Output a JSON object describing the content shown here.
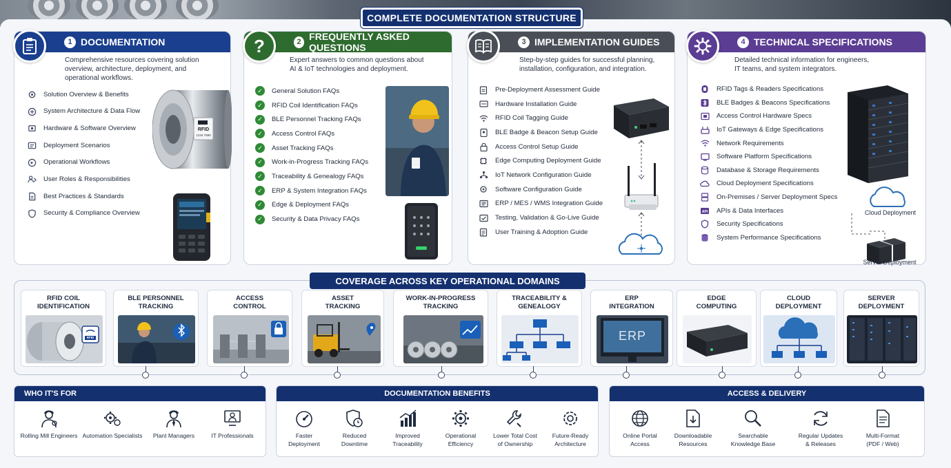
{
  "header": {
    "title": "COMPLETE DOCUMENTATION STRUCTURE"
  },
  "sections": [
    {
      "number": "1",
      "title": "DOCUMENTATION",
      "color": "#1a3f8f",
      "description": [
        "Comprehensive resources covering solution",
        "overview, architecture, deployment, and",
        "operational workflows."
      ],
      "items": [
        "Solution Overview & Benefits",
        "System Architecture & Data Flow",
        "Hardware & Software Overview",
        "Deployment Scenarios",
        "Operational Workflows",
        "User Roles & Responsibilities",
        "Best Practices & Standards",
        "Security & Compliance Overview"
      ],
      "rfid_tag_text": [
        "RFID",
        "1234 7890"
      ]
    },
    {
      "number": "2",
      "title": "FREQUENTLY ASKED QUESTIONS",
      "color": "#2e6b2f",
      "description": [
        "Expert answers to common questions about",
        "AI & IoT technologies and deployment."
      ],
      "items": [
        "General Solution FAQs",
        "RFID Coil Identification FAQs",
        "BLE Personnel Tracking FAQs",
        "Access Control FAQs",
        "Asset Tracking FAQs",
        "Work-in-Progress Tracking FAQs",
        "Traceability & Genealogy FAQs",
        "ERP & System Integration FAQs",
        "Edge & Deployment FAQs",
        "Security & Data Privacy FAQs"
      ]
    },
    {
      "number": "3",
      "title": "IMPLEMENTATION GUIDES",
      "color": "#4a4f57",
      "description": [
        "Step-by-step guides for successful planning,",
        "installation, configuration, and integration."
      ],
      "items": [
        "Pre-Deployment Assessment Guide",
        "Hardware Installation Guide",
        "RFID Coil Tagging Guide",
        "BLE Badge & Beacon Setup Guide",
        "Access Control Setup Guide",
        "Edge Computing Deployment Guide",
        "IoT Network Configuration Guide",
        "Software Configuration Guide",
        "ERP / MES / WMS Integration Guide",
        "Testing, Validation & Go-Live Guide",
        "User Training & Adoption Guide"
      ]
    },
    {
      "number": "4",
      "title": "TECHNICAL SPECIFICATIONS",
      "color": "#5b3d93",
      "description": [
        "Detailed technical information for engineers,",
        "IT teams, and system integrators."
      ],
      "items": [
        "RFID Tags & Readers Specifications",
        "BLE Badges & Beacons Specifications",
        "Access Control Hardware Specs",
        "IoT Gateways & Edge Specifications",
        "Network Requirements",
        "Software Platform Specifications",
        "Database & Storage Requirements",
        "Cloud Deployment Specifications",
        "On-Premises / Server Deployment Specs",
        "APIs & Data Interfaces",
        "Security Specifications",
        "System Performance Specifications"
      ],
      "cloud_label": "Cloud Deployment",
      "server_label": "Server Deployment"
    }
  ],
  "coverage": {
    "title": "COVERAGE ACROSS KEY OPERATIONAL DOMAINS",
    "domains": [
      {
        "line1": "RFID COIL",
        "line2": "IDENTIFICATION"
      },
      {
        "line1": "BLE PERSONNEL",
        "line2": "TRACKING"
      },
      {
        "line1": "ACCESS",
        "line2": "CONTROL"
      },
      {
        "line1": "ASSET",
        "line2": "TRACKING"
      },
      {
        "line1": "WORK-IN-PROGRESS",
        "line2": "TRACKING"
      },
      {
        "line1": "TRACEABILITY &",
        "line2": "GENEALOGY"
      },
      {
        "line1": "ERP",
        "line2": "INTEGRATION"
      },
      {
        "line1": "EDGE",
        "line2": "COMPUTING"
      },
      {
        "line1": "CLOUD",
        "line2": "DEPLOYMENT"
      },
      {
        "line1": "SERVER",
        "line2": "DEPLOYMENT"
      }
    ],
    "rfid_icon_text": "RFID",
    "erp_screen_text": "ERP"
  },
  "audience": {
    "title": "WHO IT'S FOR",
    "items": [
      "Rolling Mill Engineers",
      "Automation Specialists",
      "Plant Managers",
      "IT Professionals"
    ]
  },
  "benefits": {
    "title": "DOCUMENTATION BENEFITS",
    "items": [
      [
        "Faster",
        "Deployment"
      ],
      [
        "Reduced",
        "Downtime"
      ],
      [
        "Improved",
        "Traceability"
      ],
      [
        "Operational",
        "Efficiency"
      ],
      [
        "Lower Total Cost",
        "of Ownership"
      ],
      [
        "Future-Ready",
        "Architecture"
      ]
    ]
  },
  "delivery": {
    "title": "ACCESS & DELIVERY",
    "items": [
      [
        "Online Portal",
        "Access"
      ],
      [
        "Downloadable",
        "Resources"
      ],
      [
        "Searchable",
        "Knowledge Base"
      ],
      [
        "Regular Updates",
        "& Releases"
      ],
      [
        "Multi-Format",
        "(PDF / Web)"
      ]
    ]
  }
}
